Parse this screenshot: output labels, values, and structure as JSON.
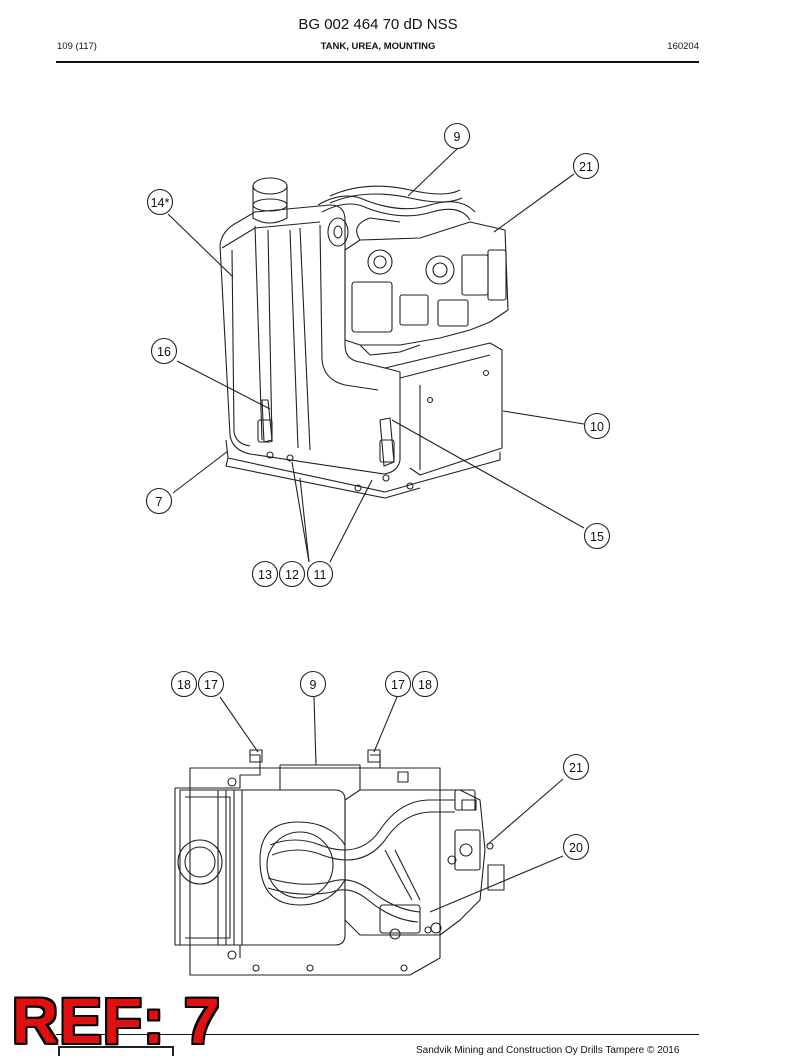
{
  "header": {
    "title": "BG 002 464 70 dD NSS",
    "page": "109 (117)",
    "section": "TANK, UREA, MOUNTING",
    "code": "160204"
  },
  "figure_top": {
    "callouts": {
      "c9": "9",
      "c21": "21",
      "c14": "14*",
      "c16": "16",
      "c10": "10",
      "c7": "7",
      "c15": "15",
      "c13": "13",
      "c12": "12",
      "c11": "11"
    }
  },
  "figure_bottom": {
    "callouts": {
      "c18a": "18",
      "c17a": "17",
      "c9": "9",
      "c17b": "17",
      "c18b": "18",
      "c21": "21",
      "c20": "20"
    }
  },
  "stamp": {
    "label": "REF: 7"
  },
  "footer": {
    "copyright": "Sandvik Mining and Construction Oy Drills Tampere © 2016"
  }
}
